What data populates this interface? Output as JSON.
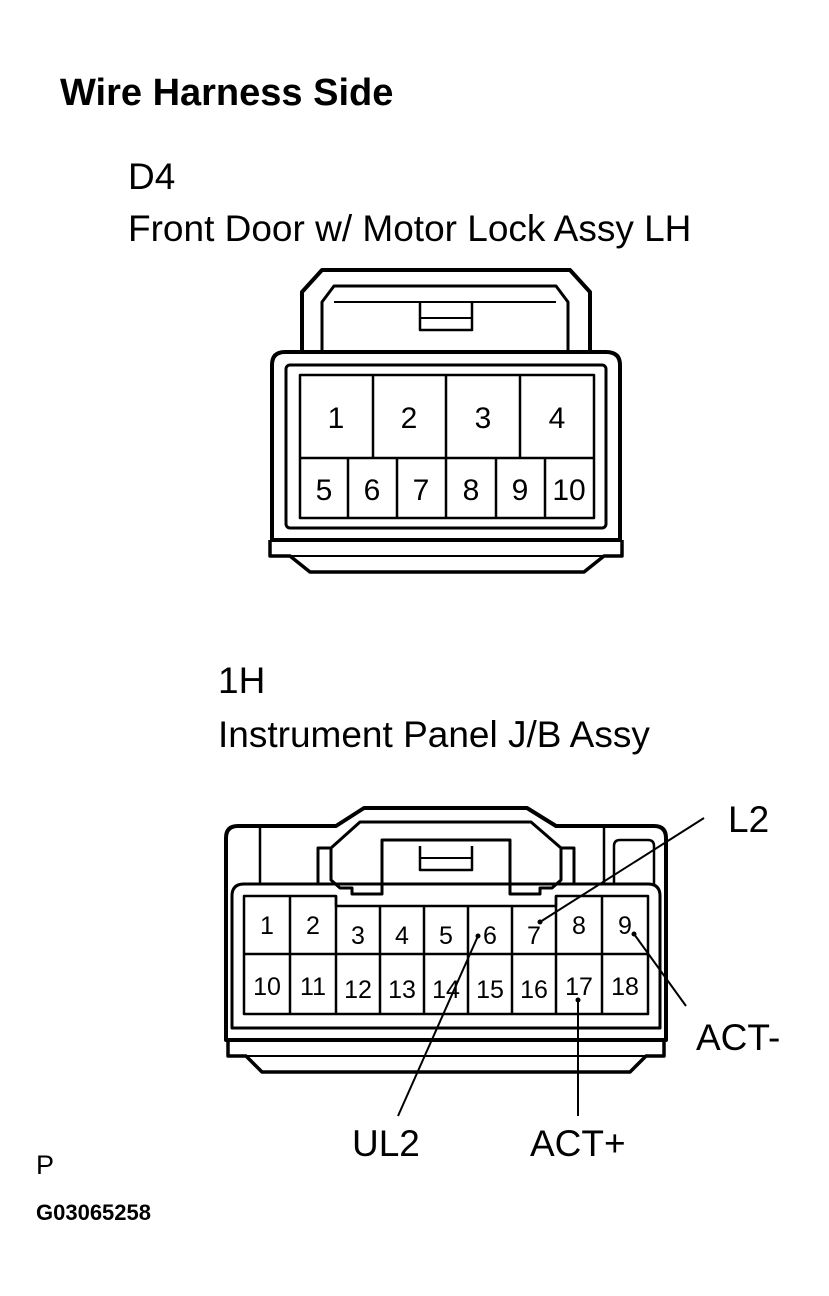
{
  "heading": "Wire Harness Side",
  "connector_d4": {
    "code": "D4",
    "name": "Front Door w/ Motor Lock Assy LH",
    "pins_top": [
      "1",
      "2",
      "3",
      "4"
    ],
    "pins_bottom": [
      "5",
      "6",
      "7",
      "8",
      "9",
      "10"
    ]
  },
  "connector_1h": {
    "code": "1H",
    "name": "Instrument Panel J/B Assy",
    "pins_top": [
      "1",
      "2",
      "3",
      "4",
      "5",
      "6",
      "7",
      "8",
      "9"
    ],
    "pins_bottom": [
      "10",
      "11",
      "12",
      "13",
      "14",
      "15",
      "16",
      "17",
      "18"
    ],
    "callouts": {
      "l2": "L2",
      "act_minus": "ACT-",
      "ul2": "UL2",
      "act_plus": "ACT+"
    }
  },
  "page_letter": "P",
  "figure_id": "G03065258"
}
